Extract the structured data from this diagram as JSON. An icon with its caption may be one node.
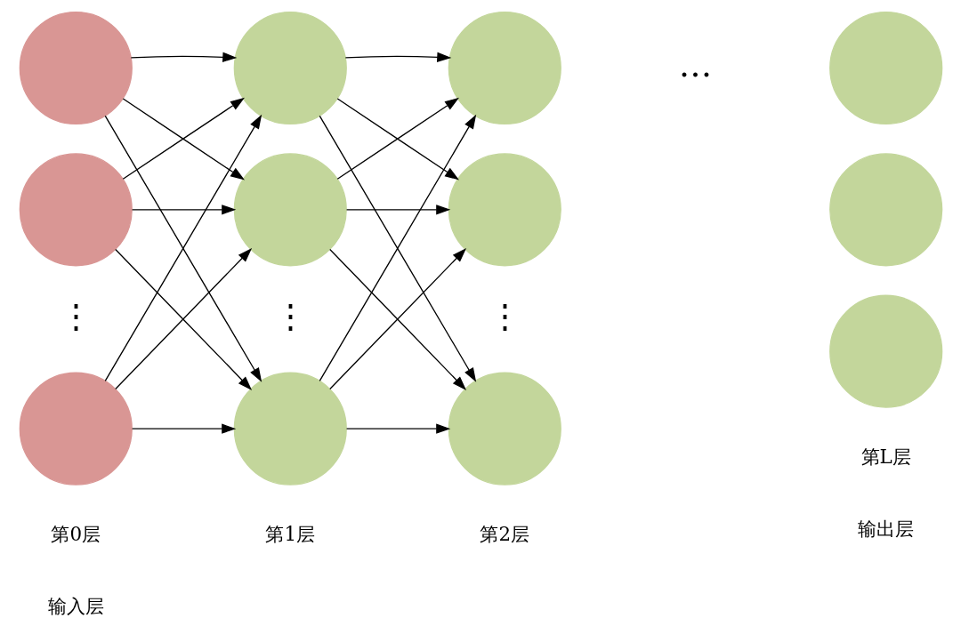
{
  "diagram": {
    "nodes": [
      {
        "text": [],
        "shape": "circle"
      },
      {
        "text": [],
        "shape": "circle"
      },
      {
        "text": [],
        "shape": "circle"
      },
      {
        "text": [],
        "shape": "circle"
      },
      {
        "text": [],
        "shape": "circle"
      },
      {
        "text": [],
        "shape": "circle"
      },
      {
        "text": [],
        "shape": "circle"
      },
      {
        "text": [],
        "shape": "circle"
      },
      {
        "text": [],
        "shape": "circle"
      },
      {
        "text": [],
        "shape": "circle"
      },
      {
        "text": [],
        "shape": "circle"
      },
      {
        "text": [],
        "shape": "circle"
      }
    ],
    "edges": [
      {
        "from": 0,
        "to": 3,
        "arrow": "to"
      },
      {
        "from": 0,
        "to": 4,
        "arrow": "to"
      },
      {
        "from": 0,
        "to": 5,
        "arrow": "to"
      },
      {
        "from": 1,
        "to": 3,
        "arrow": "to"
      },
      {
        "from": 1,
        "to": 4,
        "arrow": "to"
      },
      {
        "from": 1,
        "to": 5,
        "arrow": "to"
      },
      {
        "from": 2,
        "to": 3,
        "arrow": "to"
      },
      {
        "from": 2,
        "to": 4,
        "arrow": "to"
      },
      {
        "from": 2,
        "to": 5,
        "arrow": "to"
      },
      {
        "from": 3,
        "to": 6,
        "arrow": "to"
      },
      {
        "from": 3,
        "to": 7,
        "arrow": "to"
      },
      {
        "from": 3,
        "to": 8,
        "arrow": "to"
      },
      {
        "from": 4,
        "to": 6,
        "arrow": "to"
      },
      {
        "from": 4,
        "to": 7,
        "arrow": "to"
      },
      {
        "from": 4,
        "to": 8,
        "arrow": "to"
      },
      {
        "from": 5,
        "to": 6,
        "arrow": "to"
      },
      {
        "from": 5,
        "to": 7,
        "arrow": "to"
      },
      {
        "from": 5,
        "to": 8,
        "arrow": "to"
      }
    ],
    "labels": [
      "⋮",
      "⋮",
      "⋮",
      "…",
      "第0层",
      "输入层",
      "第1层",
      "第2层",
      "第L层",
      "输出层"
    ]
  }
}
